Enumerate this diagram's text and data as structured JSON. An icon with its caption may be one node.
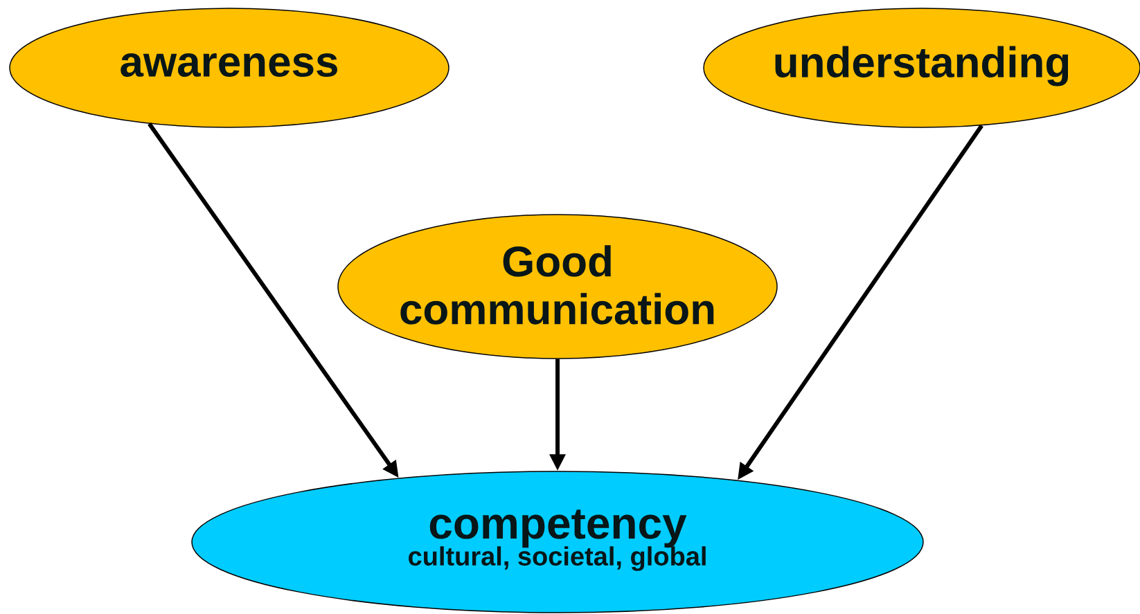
{
  "diagram": {
    "nodes": [
      {
        "text": [
          "awareness"
        ]
      },
      {
        "text": [
          "understanding"
        ]
      },
      {
        "text": [
          "Good communication"
        ]
      },
      {
        "text": [
          "competency",
          "cultural, societal, global"
        ]
      }
    ],
    "edges": [
      {
        "from": 0,
        "to": 3,
        "arrow": "to"
      },
      {
        "from": 2,
        "to": 3,
        "arrow": "to"
      },
      {
        "from": 1,
        "to": 3,
        "arrow": "to"
      }
    ]
  }
}
